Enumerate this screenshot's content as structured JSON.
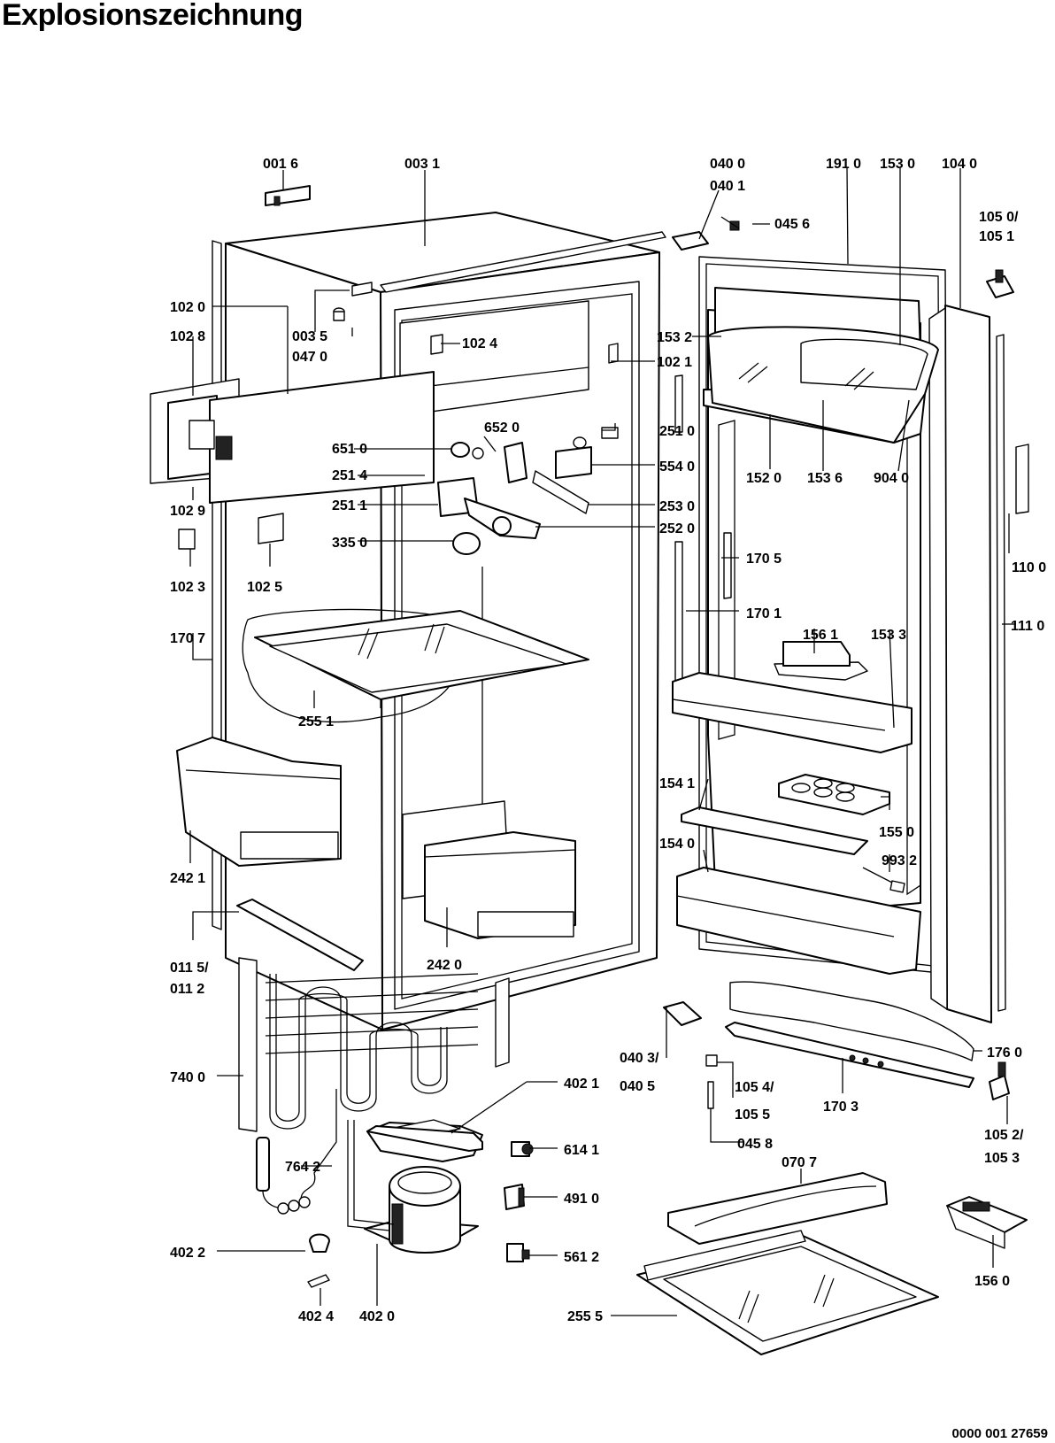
{
  "title": "Explosionszeichnung",
  "document_id": "0000 001 27659",
  "part_labels": {
    "p0016": "001 6",
    "p0031": "003 1",
    "p0400": "040 0",
    "p0401": "040 1",
    "p0456": "045 6",
    "p1910": "191 0",
    "p1530": "153 0",
    "p1040": "104 0",
    "p1050": "105 0/",
    "p1051": "105 1",
    "p1020": "102 0",
    "p1028": "102 8",
    "p0035": "003 5",
    "p0470": "047 0",
    "p1024": "102 4",
    "p1532": "153 2",
    "p1021": "102 1",
    "p6520": "652 0",
    "p2510": "251 0",
    "p6510": "651 0",
    "p5540": "554 0",
    "p2514": "251 4",
    "p1520": "152 0",
    "p1536": "153 6",
    "p9040": "904 0",
    "p2511": "251 1",
    "p2530": "253 0",
    "p1029": "102 9",
    "p2520": "252 0",
    "p3350": "335 0",
    "p1705": "170 5",
    "p1100": "110 0",
    "p1023": "102 3",
    "p1025": "102 5",
    "p1701": "170 1",
    "p1707": "170 7",
    "p1561": "156 1",
    "p1533": "153 3",
    "p1110": "111 0",
    "p2551": "255 1",
    "p1541": "154 1",
    "p1550": "155 0",
    "p1540": "154 0",
    "p9932": "993 2",
    "p2421": "242 1",
    "p2420": "242 0",
    "p0115": "011 5/",
    "p0112": "011 2",
    "p0403": "040 3/",
    "p0405": "040 5",
    "p1760": "176 0",
    "p7400": "740 0",
    "p4021": "402 1",
    "p1054": "105 4/",
    "p1055": "105 5",
    "p1703": "170 3",
    "p1052": "105 2/",
    "p1053": "105 3",
    "p0458": "045 8",
    "p6141": "614 1",
    "p7642": "764 2",
    "p0707": "070 7",
    "p4910": "491 0",
    "p4022": "402 2",
    "p5612": "561 2",
    "p1560": "156 0",
    "p2555": "255 5",
    "p4024": "402 4",
    "p4020": "402 0"
  }
}
